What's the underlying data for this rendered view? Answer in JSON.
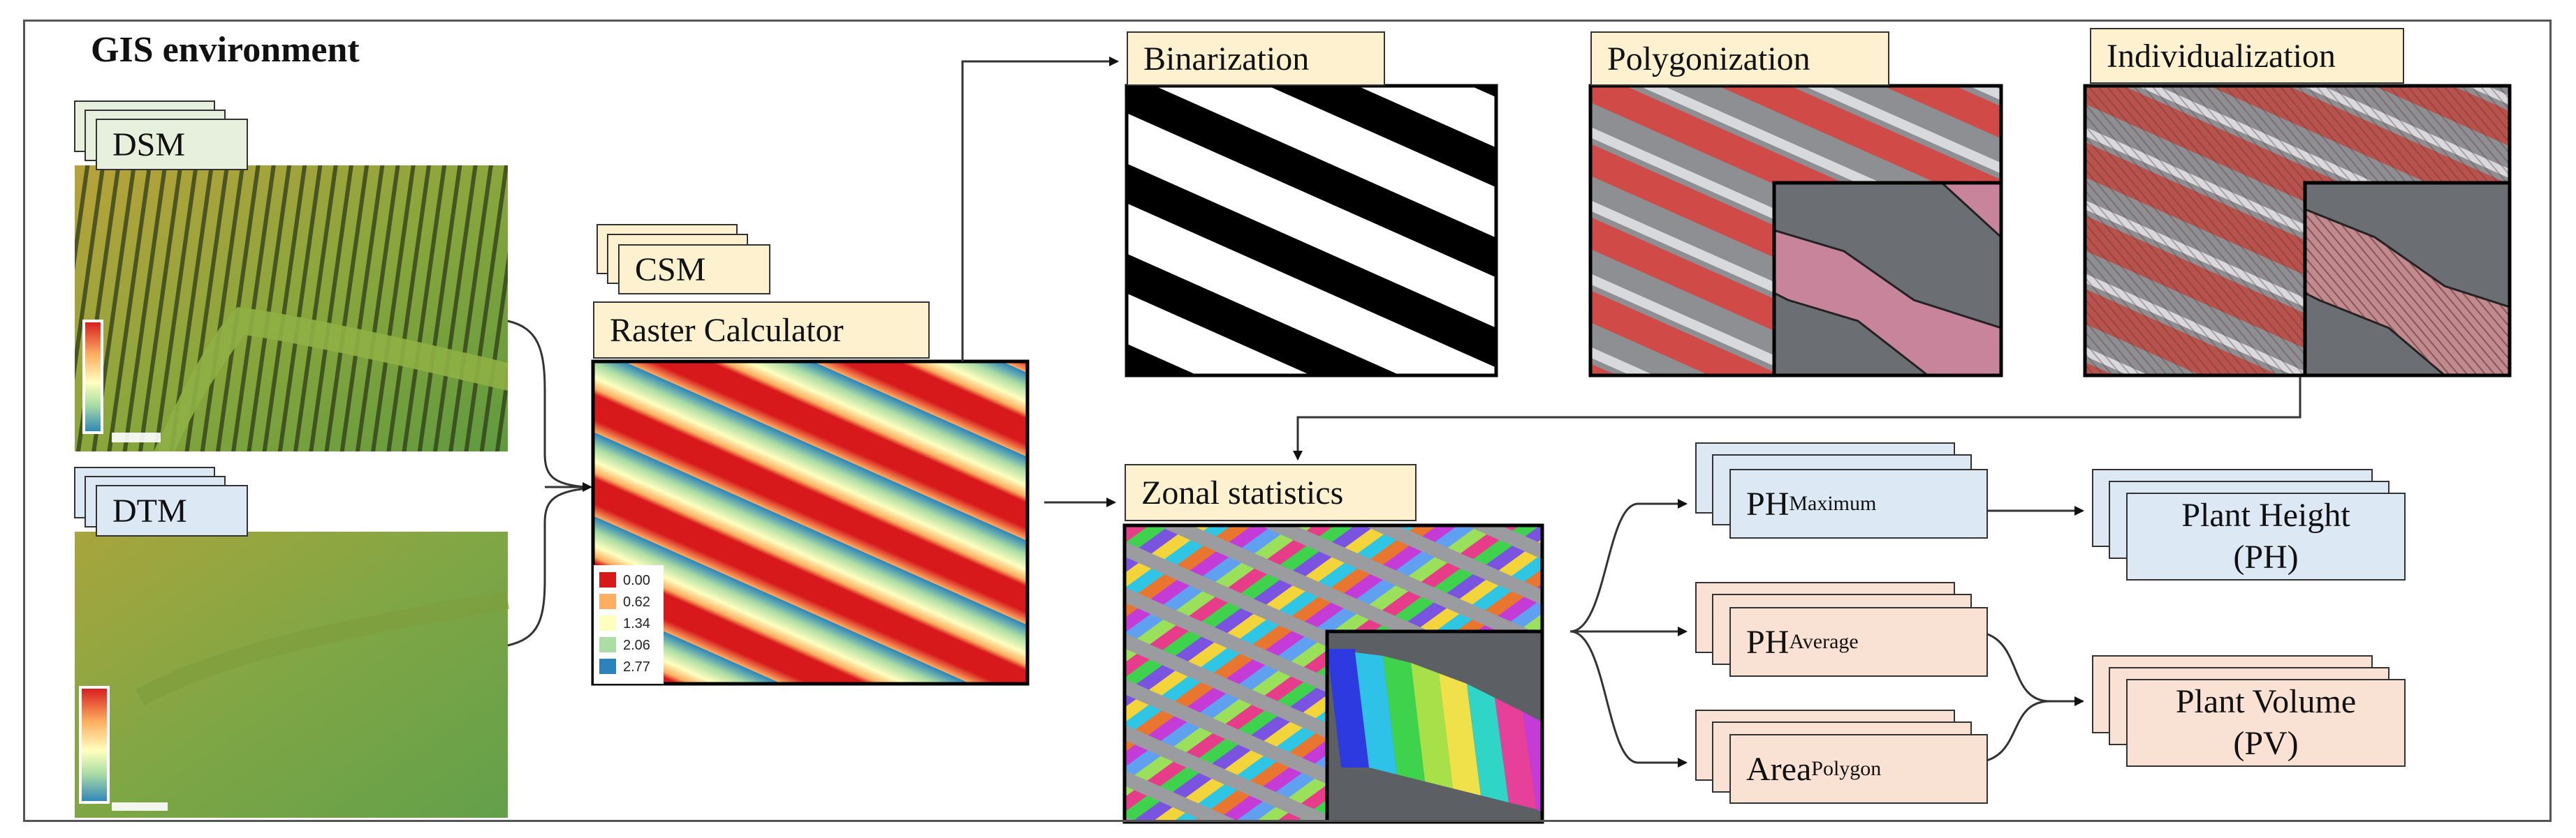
{
  "header": {
    "title": "GIS environment"
  },
  "inputs": {
    "dsm": "DSM",
    "dtm": "DTM",
    "csm": "CSM",
    "raster_calculator": "Raster Calculator"
  },
  "legend": {
    "values": [
      "0.00",
      "0.62",
      "1.34",
      "2.06",
      "2.77"
    ],
    "colors": [
      "#d7191c",
      "#fdae61",
      "#ffffbf",
      "#abdda4",
      "#2b83ba"
    ]
  },
  "steps": {
    "binarization": "Binarization",
    "polygonization": "Polygonization",
    "individualization": "Individualization",
    "zonal_statistics": "Zonal statistics"
  },
  "metrics": {
    "ph_max_base": "PH",
    "ph_max_sub": "Maximum",
    "ph_avg_base": "PH",
    "ph_avg_sub": "Average",
    "area_base": "Area",
    "area_sub": "Polygon"
  },
  "outputs": {
    "plant_height_line1": "Plant Height",
    "plant_height_line2": "(PH)",
    "plant_volume_line1": "Plant Volume",
    "plant_volume_line2": "(PV)"
  },
  "colors": {
    "stack_yellow": "#fdf1cf",
    "stack_green": "#e6f0dc",
    "stack_blue": "#dce9f4",
    "stack_peach": "#f9e1d3",
    "polygon_red": "#d04a48"
  }
}
